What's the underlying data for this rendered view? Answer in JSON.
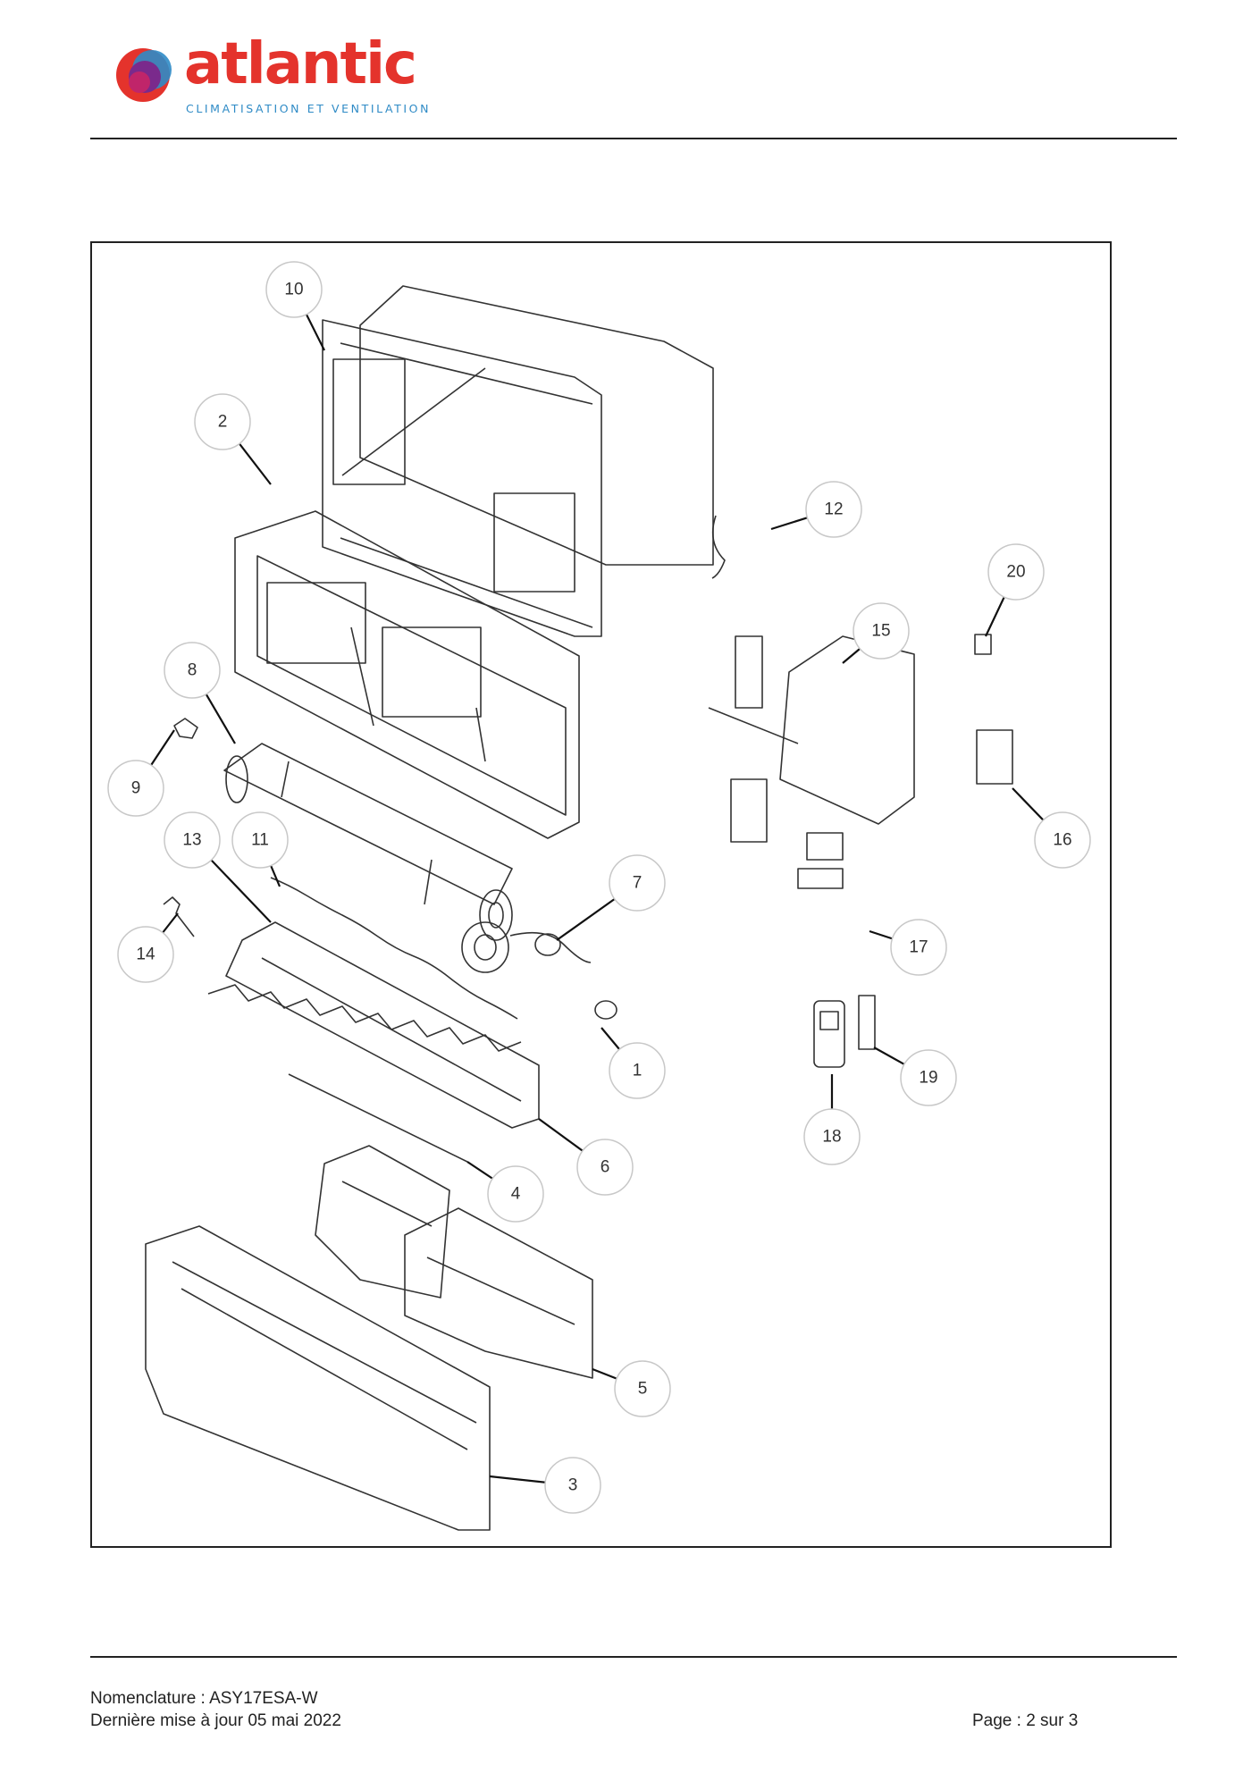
{
  "brand": {
    "name": "atlantic",
    "tagline": "CLIMATISATION ET VENTILATION",
    "colors": {
      "primary": "#e4332c",
      "secondary": "#2f8bc6",
      "accent_purple": "#7a2a8c"
    }
  },
  "diagram": {
    "callouts": [
      "10",
      "2",
      "12",
      "20",
      "15",
      "8",
      "9",
      "13",
      "11",
      "16",
      "7",
      "14",
      "17",
      "1",
      "19",
      "18",
      "6",
      "4",
      "5",
      "3"
    ]
  },
  "footer": {
    "nomenclature": "Nomenclature : ASY17ESA-W",
    "updated": "Dernière mise à jour 05 mai 2022",
    "page": "Page : 2 sur 3"
  }
}
